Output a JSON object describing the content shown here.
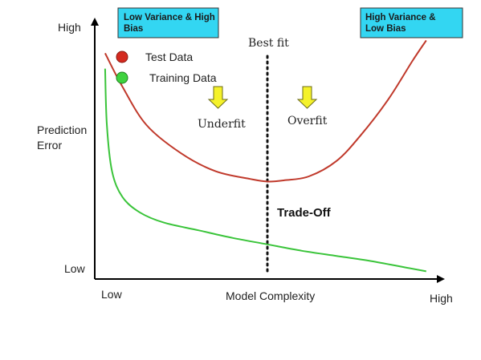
{
  "chart_data": {
    "type": "line",
    "title": "",
    "xlabel": "Model Complexity",
    "ylabel": "Prediction Error",
    "x_ticks": [
      "Low",
      "High"
    ],
    "y_ticks": [
      "Low",
      "High"
    ],
    "xlim": [
      0,
      10
    ],
    "ylim": [
      0,
      10
    ],
    "grid": false,
    "legend": "top-left",
    "series": [
      {
        "name": "Test Data",
        "color": "#c0392b",
        "x": [
          0.3,
          0.8,
          1.5,
          2.5,
          3.5,
          4.5,
          5.0,
          5.5,
          6.2,
          7.0,
          7.7,
          8.5,
          9.2,
          9.6
        ],
        "y": [
          8.8,
          7.5,
          6.0,
          4.9,
          4.2,
          3.9,
          3.8,
          3.85,
          4.0,
          4.6,
          5.6,
          7.0,
          8.5,
          9.3
        ]
      },
      {
        "name": "Training Data",
        "color": "#3ac43a",
        "x": [
          0.3,
          0.35,
          0.5,
          0.8,
          1.3,
          2.0,
          3.0,
          4.0,
          5.0,
          6.0,
          7.0,
          8.0,
          9.0,
          9.6
        ],
        "y": [
          8.2,
          6.0,
          4.2,
          3.2,
          2.6,
          2.2,
          1.9,
          1.6,
          1.35,
          1.1,
          0.9,
          0.7,
          0.45,
          0.3
        ]
      }
    ],
    "markers": {
      "best_fit_x": 5.0
    },
    "annotations": {
      "best_fit": "Best fit",
      "underfit": "Underfit",
      "overfit": "Overfit",
      "trade_off": "Trade-Off",
      "left_box": [
        "Low Variance & High",
        "Bias"
      ],
      "right_box": [
        "High Variance &",
        "Low Bias"
      ]
    },
    "colors": {
      "box_fill": "#33d6f2",
      "arrow_fill": "#f5f22a"
    }
  }
}
